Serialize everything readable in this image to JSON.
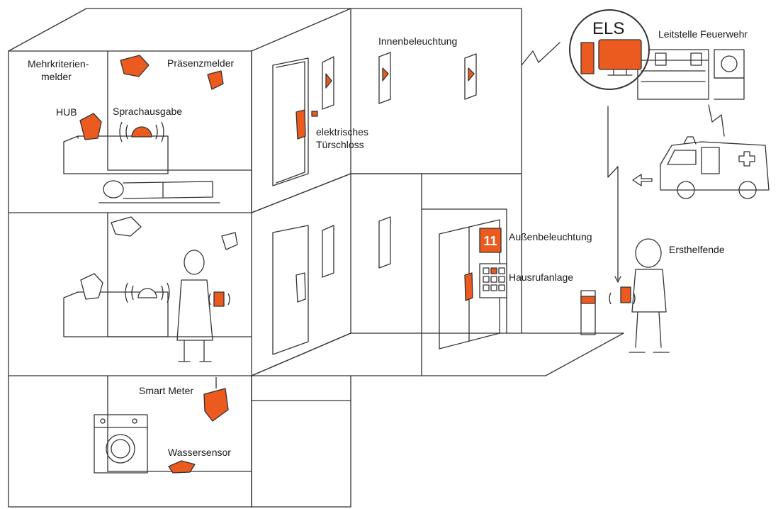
{
  "colors": {
    "accent": "#EB5A1E",
    "line": "#333333",
    "background": "#FFFFFF"
  },
  "labels": {
    "mehrkriterienmelder_line1": "Mehrkriterien-",
    "mehrkriterienmelder_line2": "melder",
    "praesenzmelder": "Präsenzmelder",
    "hub": "HUB",
    "sprachausgabe": "Sprachausgabe",
    "innenbeleuchtung": "Innenbeleuchtung",
    "tuerschloss_line1": "elektrisches",
    "tuerschloss_line2": "Türschloss",
    "els": "ELS",
    "leitstelle": "Leitstelle Feuerwehr",
    "aussenbeleuchtung": "Außenbeleuchtung",
    "hausrufanlage": "Hausrufanlage",
    "ersthelfende": "Ersthelfende",
    "house_number": "11",
    "smart_meter": "Smart Meter",
    "wassersensor": "Wassersensor"
  },
  "icons": {
    "mehrkriterienmelder": "multi-criteria-detector-icon",
    "praesenzmelder": "presence-detector-icon",
    "hub": "hub-icon",
    "sprachausgabe": "speaker-icon",
    "innenbeleuchtung": "light-icon",
    "tuerschloss": "door-lock-icon",
    "els": "computer-icon",
    "leitstelle": "fire-station-icon",
    "ambulance": "ambulance-icon",
    "aussenbeleuchtung": "house-number-light-icon",
    "hausrufanlage": "intercom-icon",
    "ersthelfende": "first-responder-icon",
    "smart_meter": "smart-meter-icon",
    "wassersensor": "water-sensor-icon",
    "waschmaschine": "washing-machine-icon"
  }
}
